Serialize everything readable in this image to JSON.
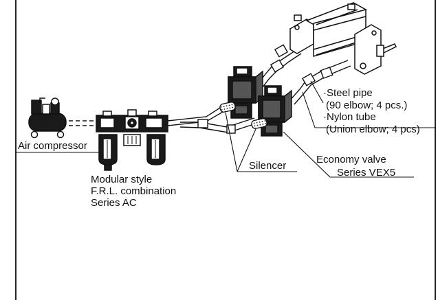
{
  "labels": {
    "air_compressor": "Air compressor",
    "frl_line1": "Modular style",
    "frl_line2": "F.R.L. combination",
    "frl_line3": "Series AC",
    "silencer": "Silencer",
    "valve_line1": "Economy valve",
    "valve_line2": "Series VEX5",
    "steel_pipe_line1": "·Steel pipe",
    "steel_pipe_line2": "(90 elbow; 4 pcs.)",
    "nylon_tube_line1": "·Nylon tube",
    "nylon_tube_line2": "(Union elbow; 4 pcs)"
  },
  "colors": {
    "line": "#111111",
    "fill": "#ffffff",
    "dark": "#1a1a1a",
    "shade": "#555555"
  }
}
